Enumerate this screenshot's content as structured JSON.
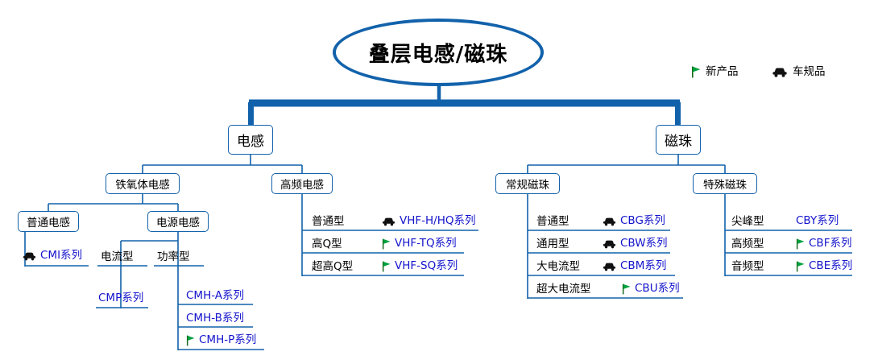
{
  "title": "叠层电感/磁珠",
  "legend": {
    "new_product": {
      "icon": "green-flag",
      "label": "新产品"
    },
    "automotive": {
      "icon": "car",
      "label": "车规品"
    }
  },
  "colors": {
    "line": "#1262ab",
    "series": "#1414cc",
    "flag": "#00a23e",
    "car": "#111111"
  },
  "inductor": {
    "label": "电感",
    "ferrite": {
      "label": "铁氧体电感",
      "ordinary": {
        "label": "普通电感",
        "series": "CMI系列",
        "icon": "car"
      },
      "power": {
        "label": "电源电感",
        "current": {
          "label": "电流型",
          "series": "CMP系列",
          "icon": "none"
        },
        "power_type": {
          "label": "功率型",
          "series_a": {
            "name": "CMH-A系列",
            "icon": "none"
          },
          "series_b": {
            "name": "CMH-B系列",
            "icon": "none"
          },
          "series_p": {
            "name": "CMH-P系列",
            "icon": "green-flag"
          }
        }
      }
    },
    "high_freq": {
      "label": "高频电感",
      "rows": [
        {
          "type": "普通型",
          "series": "VHF-H/HQ系列",
          "icon": "car"
        },
        {
          "type": "高Q型",
          "series": "VHF-TQ系列",
          "icon": "green-flag"
        },
        {
          "type": "超高Q型",
          "series": "VHF-SQ系列",
          "icon": "green-flag"
        }
      ]
    }
  },
  "bead": {
    "label": "磁珠",
    "regular": {
      "label": "常规磁珠",
      "rows": [
        {
          "type": "普通型",
          "series": "CBG系列",
          "icon": "car"
        },
        {
          "type": "通用型",
          "series": "CBW系列",
          "icon": "car"
        },
        {
          "type": "大电流型",
          "series": "CBM系列",
          "icon": "car"
        },
        {
          "type": "超大电流型",
          "series": "CBU系列",
          "icon": "green-flag"
        }
      ]
    },
    "special": {
      "label": "特殊磁珠",
      "rows": [
        {
          "type": "尖峰型",
          "series": "CBY系列",
          "icon": "none"
        },
        {
          "type": "高频型",
          "series": "CBF系列",
          "icon": "green-flag"
        },
        {
          "type": "音频型",
          "series": "CBE系列",
          "icon": "green-flag"
        }
      ]
    }
  }
}
